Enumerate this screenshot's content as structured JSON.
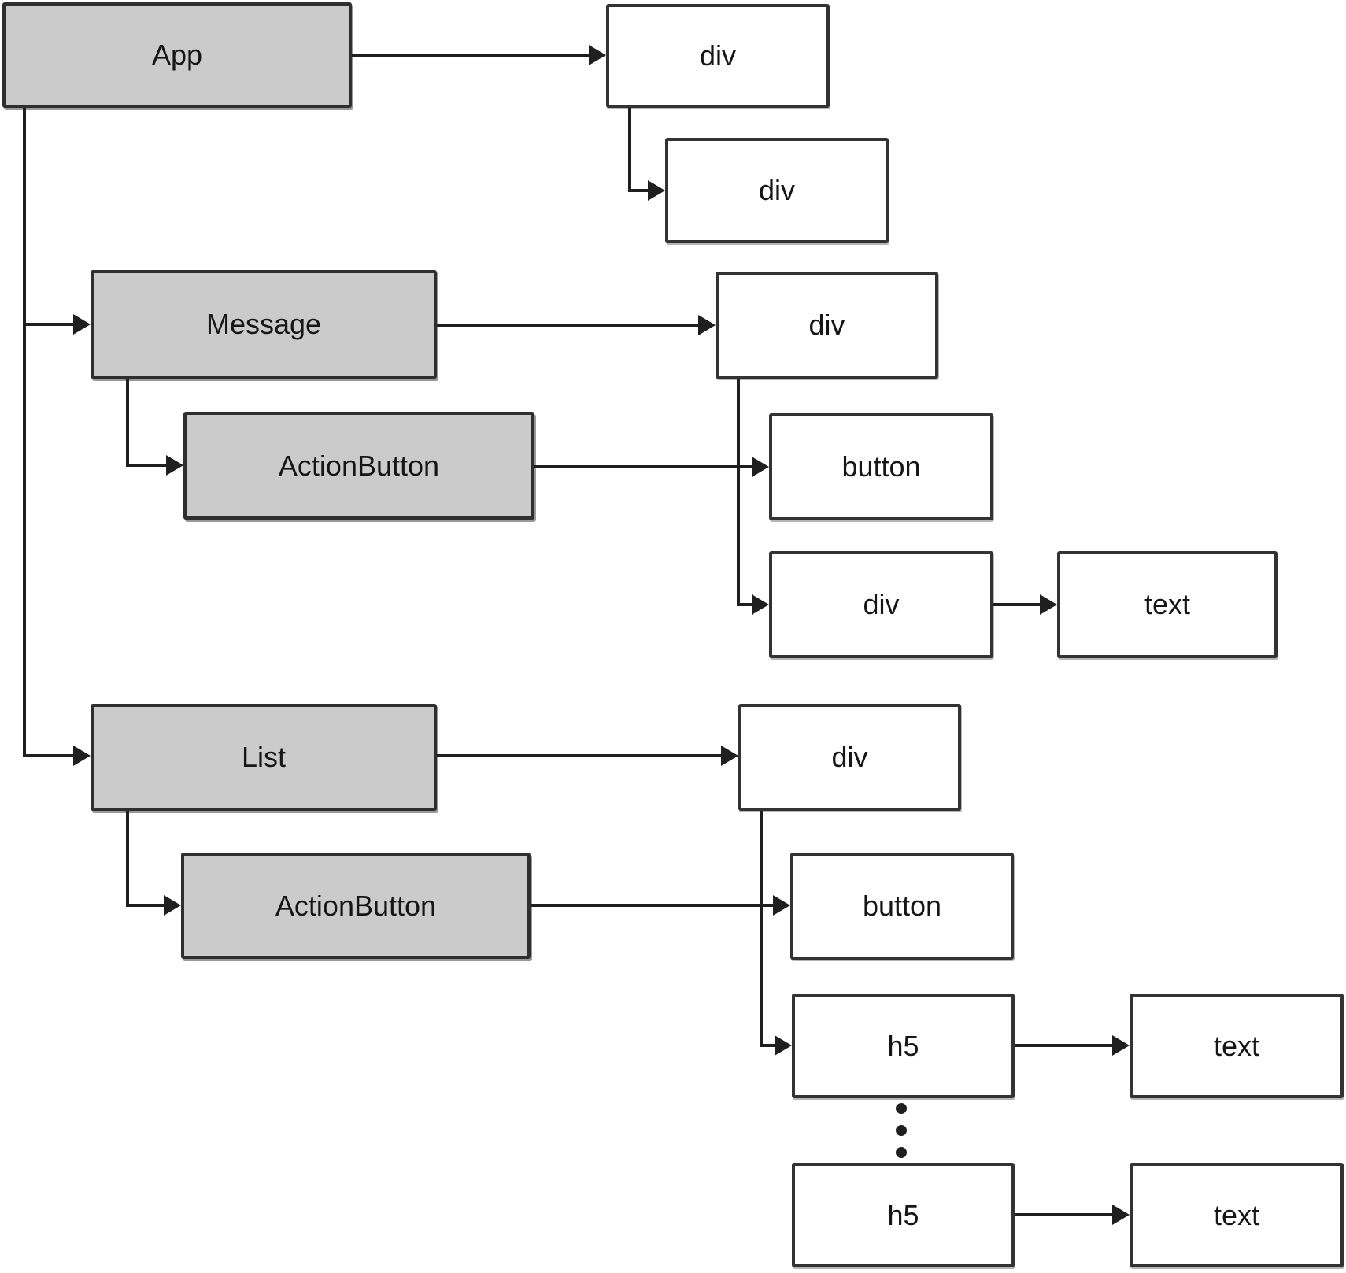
{
  "diagram": {
    "description": "Tree diagram mapping React components (gray boxes) to rendered DOM elements (white boxes)",
    "nodes": {
      "app": {
        "label": "App",
        "kind": "component"
      },
      "app_root_div": {
        "label": "div",
        "kind": "dom"
      },
      "app_inner_div": {
        "label": "div",
        "kind": "dom"
      },
      "message": {
        "label": "Message",
        "kind": "component"
      },
      "message_div": {
        "label": "div",
        "kind": "dom"
      },
      "message_action_button": {
        "label": "ActionButton",
        "kind": "component"
      },
      "message_button": {
        "label": "button",
        "kind": "dom"
      },
      "message_inner_div": {
        "label": "div",
        "kind": "dom"
      },
      "message_text": {
        "label": "text",
        "kind": "dom"
      },
      "list": {
        "label": "List",
        "kind": "component"
      },
      "list_div": {
        "label": "div",
        "kind": "dom"
      },
      "list_action_button": {
        "label": "ActionButton",
        "kind": "component"
      },
      "list_button": {
        "label": "button",
        "kind": "dom"
      },
      "list_h5_first": {
        "label": "h5",
        "kind": "dom"
      },
      "list_h5_first_text": {
        "label": "text",
        "kind": "dom"
      },
      "list_h5_last": {
        "label": "h5",
        "kind": "dom"
      },
      "list_h5_last_text": {
        "label": "text",
        "kind": "dom"
      }
    },
    "repeat_indicator": {
      "type": "vertical-ellipsis",
      "dots": 3
    },
    "colors": {
      "component_fill": "#cbcbcb",
      "dom_fill": "#ffffff",
      "box_border": "#333333",
      "connector": "#1f1f1f",
      "label_text": "#161616",
      "background": "#ffffff"
    }
  }
}
